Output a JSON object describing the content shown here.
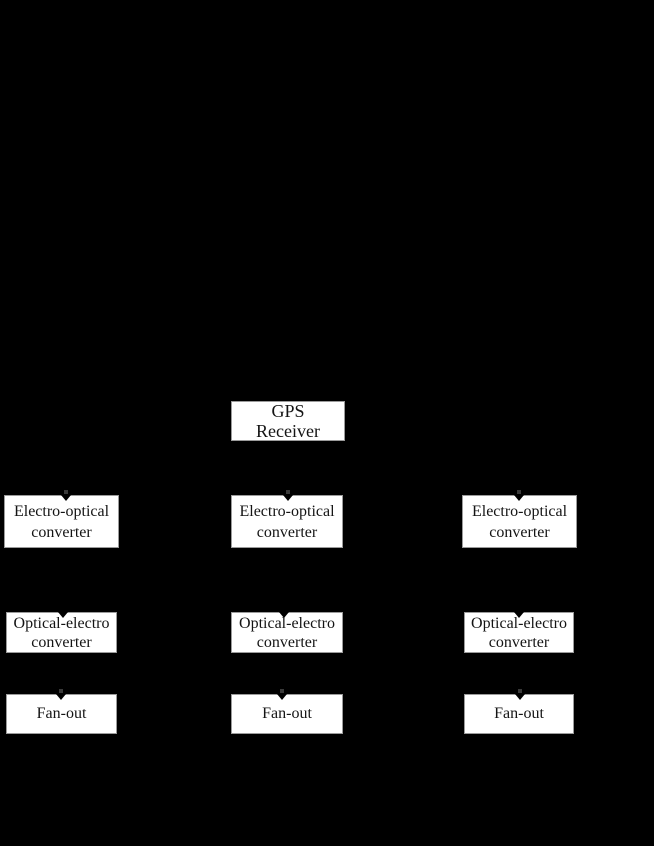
{
  "figure": {
    "type": "block-diagram",
    "description": "GPS signal distribution diagram: GPS Receiver above three parallel chains of Electro-optical converter, Optical-electro converter and Fan-out blocks on a black background"
  },
  "colors": {
    "background": "#000000",
    "box_fill": "#ffffff",
    "box_border": "#9b9b9b",
    "box_text": "#141414",
    "arrowhead": "#000000"
  },
  "nodes": {
    "gps": {
      "line1": "GPS",
      "line2": "Receiver"
    },
    "eo_left": {
      "line1": "Electro-optical",
      "line2": "converter"
    },
    "eo_center": {
      "line1": "Electro-optical",
      "line2": "converter"
    },
    "eo_right": {
      "line1": "Electro-optical",
      "line2": "converter"
    },
    "oe_left": {
      "line1": "Optical-electro",
      "line2": "converter"
    },
    "oe_center": {
      "line1": "Optical-electro",
      "line2": "converter"
    },
    "oe_right": {
      "line1": "Optical-electro",
      "line2": "converter"
    },
    "fan_left": {
      "line1": "Fan-out"
    },
    "fan_center": {
      "line1": "Fan-out"
    },
    "fan_right": {
      "line1": "Fan-out"
    }
  }
}
